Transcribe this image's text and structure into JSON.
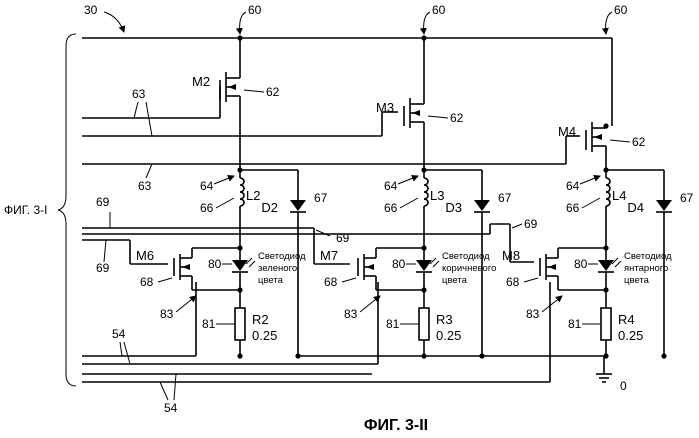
{
  "figure": {
    "caption": "ФИГ. 3-II",
    "left_label": "ФИГ. 3-I",
    "ground_label": "0"
  },
  "refs": {
    "bus": "30",
    "supply": "60",
    "gate_lines": "63",
    "switch": "62",
    "inductor": "64",
    "inductor_label": "66",
    "diode_label": "67",
    "control_lines": "69",
    "lower_switch": "68",
    "led": "80",
    "resistor": "81",
    "node": "83",
    "sense_lines": "54"
  },
  "channels": [
    {
      "upper_fet": "M2",
      "inductor": "L2",
      "diode": "D2",
      "lower_fet": "M6",
      "led_line1": "Светодиод",
      "led_line2": "зеленого",
      "led_line3": "цвета",
      "resistor": "R2",
      "resistor_value": "0.25"
    },
    {
      "upper_fet": "M3",
      "inductor": "L3",
      "diode": "D3",
      "lower_fet": "M7",
      "led_line1": "Светодиод",
      "led_line2": "коричневого",
      "led_line3": "цвета",
      "resistor": "R3",
      "resistor_value": "0.25"
    },
    {
      "upper_fet": "M4",
      "inductor": "L4",
      "diode": "D4",
      "lower_fet": "M8",
      "led_line1": "Светодиод",
      "led_line2": "янтарного",
      "led_line3": "цвета",
      "resistor": "R4",
      "resistor_value": "0.25"
    }
  ]
}
